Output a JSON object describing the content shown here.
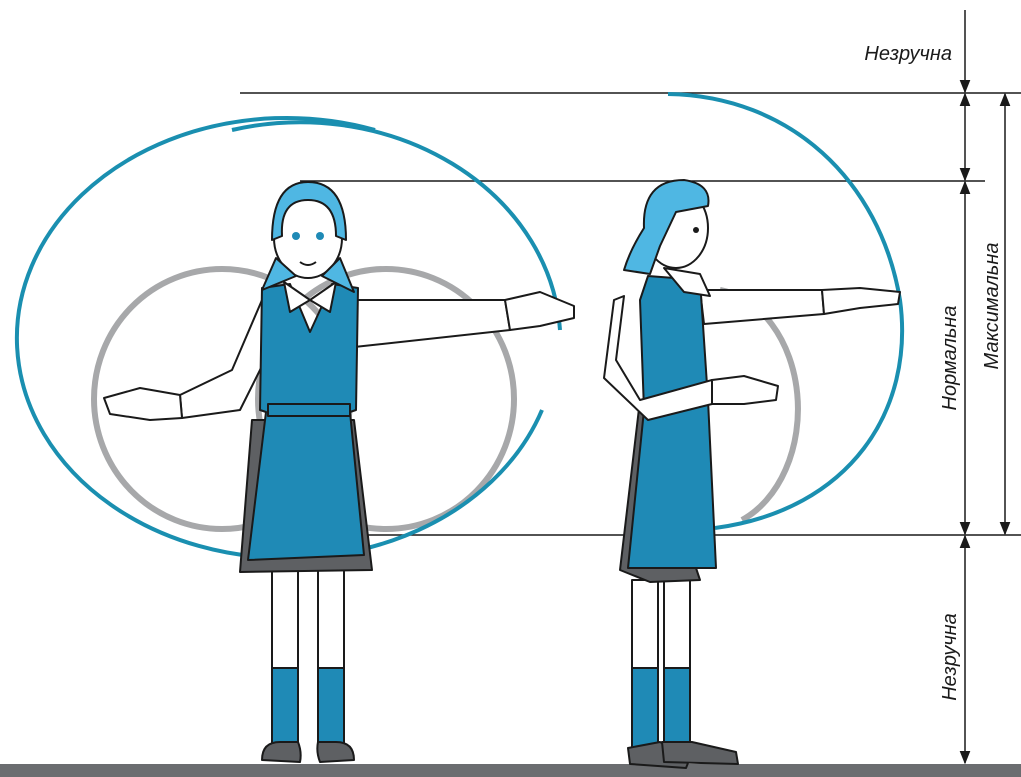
{
  "labels": {
    "top_zone": "Незручна",
    "bottom_zone": "Незручна",
    "normal_zone": "Нормальна",
    "max_zone": "Максимальна"
  },
  "colors": {
    "max_reach": "#1a8fb0",
    "normal_reach": "#a7a8aa",
    "dress": "#1f8ab6",
    "scarf": "#4fb7e3",
    "skirt_shadow": "#5e6063",
    "floor": "#6b6d70",
    "line": "#1a1a1a"
  }
}
